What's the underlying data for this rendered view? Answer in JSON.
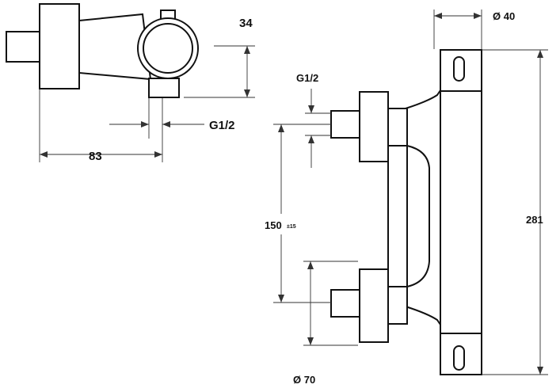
{
  "dimensions": {
    "side_view": {
      "height": "34",
      "thread": "G1/2",
      "depth": "83"
    },
    "front_view": {
      "bar_diameter": "Ø 40",
      "inlet_thread": "G1/2",
      "inlet_spacing": "150",
      "inlet_spacing_tolerance": "±15",
      "body_diameter": "Ø 70",
      "total_height": "281"
    }
  }
}
